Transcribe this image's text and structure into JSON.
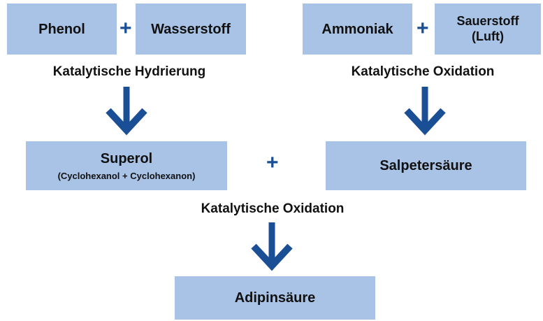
{
  "colors": {
    "box_fill": "#a9c3e6",
    "arrow": "#1a4f96",
    "text": "#111111"
  },
  "top_left": {
    "box1": "Phenol",
    "plus": "+",
    "box2": "Wasserstoff",
    "process": "Katalytische Hydrierung"
  },
  "top_right": {
    "box1": "Ammoniak",
    "plus": "+",
    "box2_line1": "Sauerstoff",
    "box2_line2": "(Luft)",
    "process": "Katalytische Oxidation"
  },
  "middle": {
    "superol_title": "Superol",
    "superol_sub": "(Cyclohexanol + Cyclohexanon)",
    "plus": "+",
    "salpeter": "Salpetersäure",
    "process": "Katalytische Oxidation"
  },
  "bottom": {
    "product": "Adipinsäure"
  }
}
